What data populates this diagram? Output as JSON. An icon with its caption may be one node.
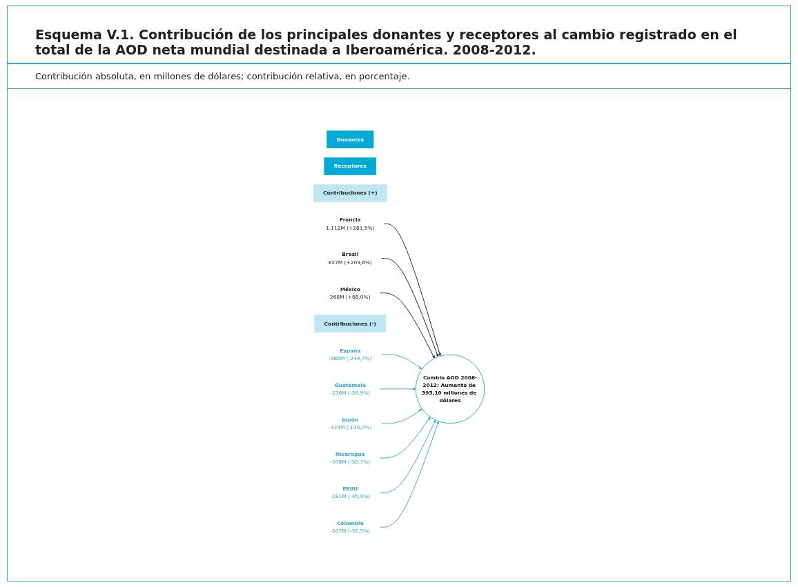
{
  "diagram": {
    "title": "Esquema V.1. Contribución de los principales donantes y receptores al cambio registrado en el total de la AOD neta mundial destinada a Iberoamérica. 2008-2012.",
    "nodes": [
      {
        "text": [
          "Donantes"
        ]
      },
      {
        "text": [
          "Receptores"
        ]
      },
      {
        "text": [
          "Contribuciones (+)"
        ]
      },
      {
        "text": [
          "Francia",
          "1.112M (+281,5%)"
        ]
      },
      {
        "text": [
          "Brasil",
          "827M (+209,6%)"
        ]
      },
      {
        "text": [
          "México",
          "268M (+68,0%)"
        ]
      },
      {
        "text": [
          "Cambio AOD 2008-2012: Aumento de 395,10 millones de dólares"
        ]
      },
      {
        "text": [
          "Contribuciones (-)"
        ]
      },
      {
        "text": [
          "España",
          "-986M (-249,7%)"
        ]
      },
      {
        "text": [
          "Guatemala",
          "-236M (-59,9%)"
        ]
      },
      {
        "text": [
          "Japón",
          "-434M (-110,0%)"
        ]
      },
      {
        "text": [
          "Nicaragua",
          "-208M (-52,7%)"
        ]
      },
      {
        "text": [
          "EEUU",
          "-181M (-45,9%)"
        ]
      },
      {
        "text": [
          "Colombia",
          "-207M (-52,5%)"
        ]
      }
    ],
    "edges": [
      {
        "from": 3,
        "to": 6,
        "arrow": "to",
        "color": "#1a1a1a"
      },
      {
        "from": 4,
        "to": 6,
        "arrow": "to",
        "color": "#1a1a1a"
      },
      {
        "from": 5,
        "to": 6,
        "arrow": "to",
        "color": "#1a1a1a"
      },
      {
        "from": 8,
        "to": 6,
        "arrow": "to"
      },
      {
        "from": 9,
        "to": 6,
        "arrow": "to"
      },
      {
        "from": 10,
        "to": 6,
        "arrow": "to"
      },
      {
        "from": 11,
        "to": 6,
        "arrow": "to"
      },
      {
        "from": 12,
        "to": 6,
        "arrow": "to"
      },
      {
        "from": 13,
        "to": 6,
        "arrow": "to"
      }
    ],
    "labels": [
      "Contribución absoluta, en millones de dólares; contribución relativa, en porcentaje."
    ]
  }
}
